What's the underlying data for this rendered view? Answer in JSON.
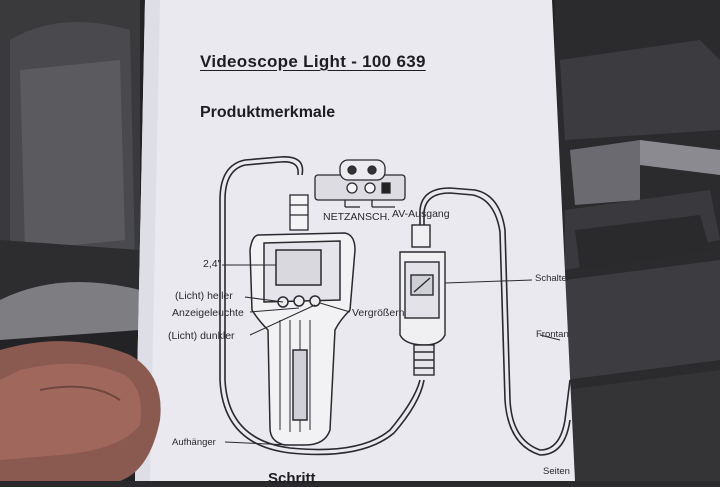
{
  "document": {
    "title": "Videoscope Light - 100 639",
    "heading": "Produktmerkmale",
    "footer_partial": "Schritt"
  },
  "diagram_labels": {
    "power_socket": "NETZANSCH.",
    "av_output": "AV-Ausgang",
    "display": "2,4\"",
    "brighter": "(Licht) heller",
    "indicator_light": "Anzeigeleuchte",
    "darker": "(Licht) dunkler",
    "zoom": "Vergrößern",
    "hanger": "Aufhänger",
    "switch": "Schalter",
    "front": "Frontan",
    "side": "Seiten"
  },
  "colors": {
    "paper": "#e9e9ef",
    "ink": "#1e1e22",
    "background": "#2a2a2c"
  }
}
